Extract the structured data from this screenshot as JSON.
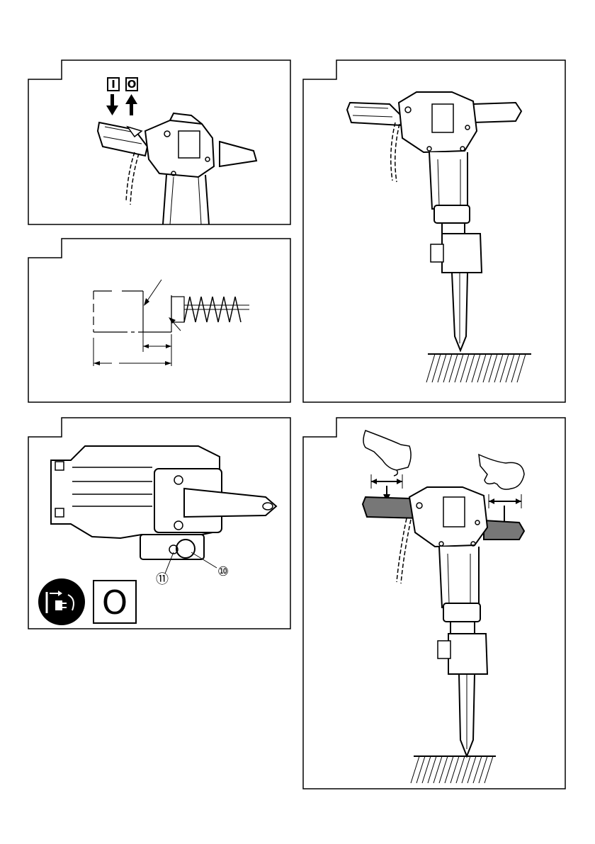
{
  "figure1": {
    "switch_on_symbol": "I",
    "switch_off_symbol": "O"
  },
  "figure5": {
    "callout_a": "⑪",
    "callout_b": "⑩",
    "switch_off_symbol": "O",
    "icons": [
      "unplug-power-icon"
    ]
  }
}
